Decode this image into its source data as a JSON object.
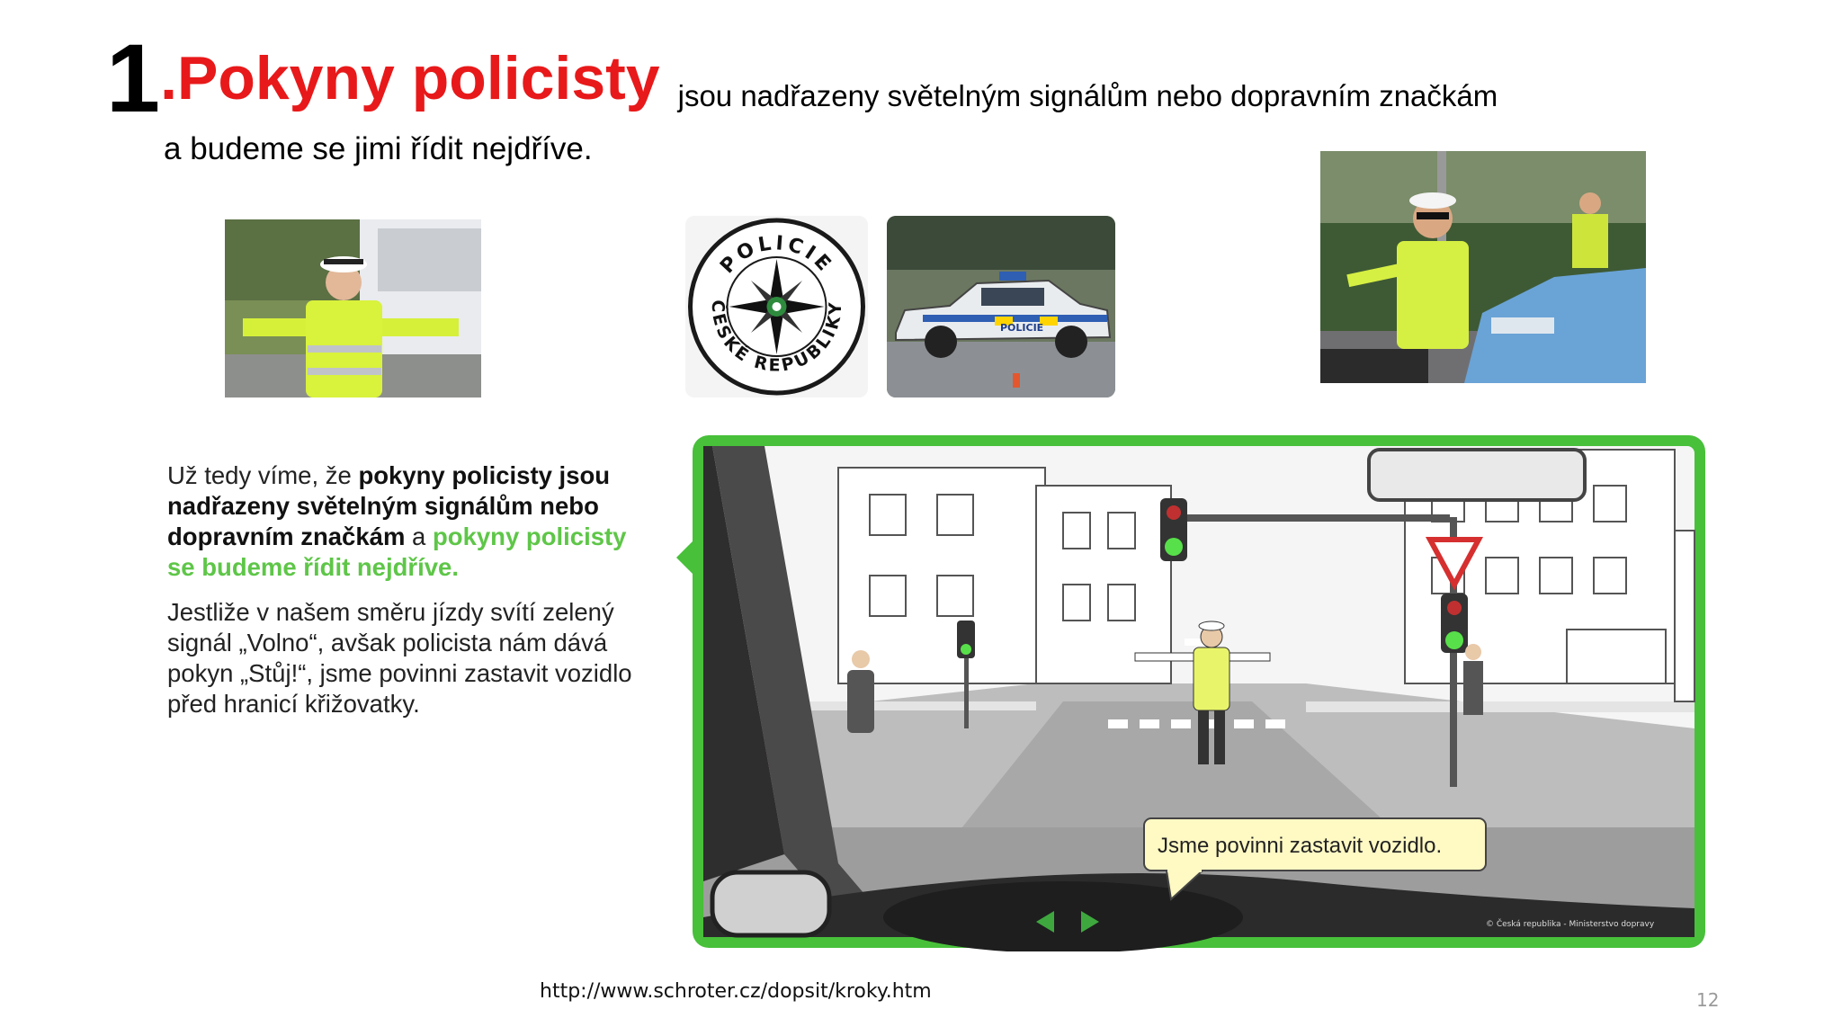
{
  "title": {
    "number": "1",
    "main": ".Pokyny policisty",
    "rest": "jsou nadřazeny světelným signálům nebo dopravním značkám",
    "line2": "a budeme se jimi řídit nejdříve."
  },
  "logo": {
    "top_text": "POLICIE",
    "bottom_text": "ČESKÉ REPUBLIKY"
  },
  "car_label": "POLICIE",
  "explain": {
    "p1_a": "Už tedy víme, že ",
    "p1_b": "pokyny policisty jsou nadřazeny světelným signálům nebo dopravním značkám",
    "p1_c": " a ",
    "p1_d": "pokyny policisty se budeme řídit nejdříve.",
    "p2": "Jestliže v našem směru jízdy svítí zelený signál „Volno“, avšak policista nám dává pokyn „Stůj!“, jsme povinni zastavit vozidlo před hranicí křižovatky."
  },
  "bubble": "Jsme povinni zastavit vozidlo.",
  "copyright": "© Česká republika - Ministerstvo dopravy",
  "footer_url": "http://www.schroter.cz/dopsit/kroky.htm",
  "page_number": "12",
  "colors": {
    "title_red": "#e8191a",
    "accent_green": "#5ec648",
    "frame_green": "#48c03a"
  }
}
